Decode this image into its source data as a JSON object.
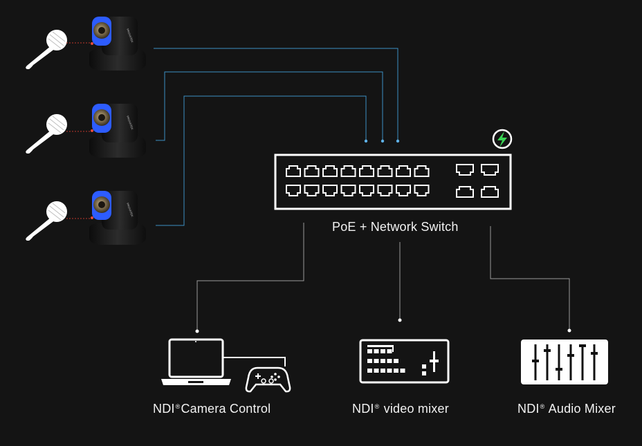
{
  "switch": {
    "label": "PoE + Network Switch",
    "power_icon": "lightning-bolt-icon",
    "power_color": "#39d353"
  },
  "cameras": [
    {
      "id": "ptz-camera-1"
    },
    {
      "id": "ptz-camera-2"
    },
    {
      "id": "ptz-camera-3"
    }
  ],
  "endpoints": {
    "camera_control": {
      "prefix": "NDI",
      "mark": "®",
      "label": "Camera Control",
      "icon": "laptop-and-gamepad-icon"
    },
    "video_mixer": {
      "prefix": "NDI",
      "mark": "®",
      "label": " video mixer",
      "icon": "video-mixer-icon"
    },
    "audio_mixer": {
      "prefix": "NDI",
      "mark": "®",
      "label": " Audio Mixer",
      "icon": "audio-mixer-icon"
    }
  },
  "colors": {
    "background": "#141414",
    "camera_link": "#3b8fc4",
    "device_link": "#9a9a9a",
    "camera_accent": "#2d5cff"
  }
}
